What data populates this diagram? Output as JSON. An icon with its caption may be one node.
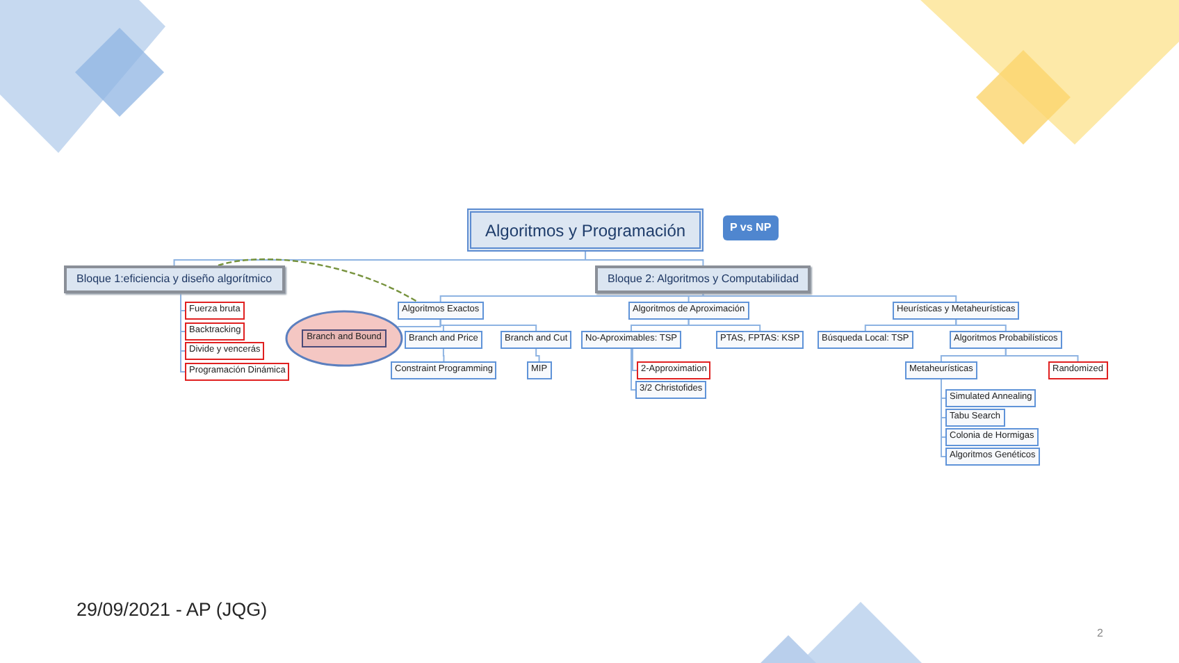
{
  "diagram": {
    "nodes": [
      {
        "text": [
          "Algoritmos y Programación"
        ]
      },
      {
        "text": [
          "P vs NP"
        ]
      },
      {
        "text": [
          "Bloque 1:eficiencia y diseño algorítmico"
        ]
      },
      {
        "text": [
          "Bloque 2: Algoritmos y Computabilidad"
        ]
      },
      {
        "text": [
          "Fuerza bruta"
        ]
      },
      {
        "text": [
          "Backtracking"
        ]
      },
      {
        "text": [
          "Divide y vencerás"
        ]
      },
      {
        "text": [
          "Programación Dinámica"
        ]
      },
      {
        "text": [],
        "shape": "ellipse"
      },
      {
        "text": [
          "Branch and Bound"
        ],
        "in": 8
      },
      {
        "text": [
          "Algoritmos Exactos"
        ]
      },
      {
        "text": [
          "Branch and Price"
        ]
      },
      {
        "text": [
          "Branch and Cut"
        ]
      },
      {
        "text": [
          "Constraint Programming"
        ]
      },
      {
        "text": [
          "MIP"
        ]
      },
      {
        "text": [
          "Algoritmos de Aproximación"
        ]
      },
      {
        "text": [
          "No-Aproximables: TSP"
        ]
      },
      {
        "text": [
          "PTAS, FPTAS: KSP"
        ]
      },
      {
        "text": [
          "2-Approximation"
        ]
      },
      {
        "text": [
          "3/2 Christofides"
        ]
      },
      {
        "text": [
          "Heurísticas y Metaheurísticas"
        ]
      },
      {
        "text": [
          "Búsqueda Local: TSP"
        ]
      },
      {
        "text": [
          "Algoritmos Probabilísticos"
        ]
      },
      {
        "text": [
          "Metaheurísticas"
        ]
      },
      {
        "text": [
          "Randomized"
        ]
      },
      {
        "text": [
          "Simulated Annealing"
        ]
      },
      {
        "text": [
          "Tabu Search"
        ]
      },
      {
        "text": [
          "Colonia de Hormigas"
        ]
      },
      {
        "text": [
          "Algoritmos Genéticos"
        ]
      }
    ],
    "edges": [
      {
        "from": 0,
        "to": 2,
        "arrow": "none"
      },
      {
        "from": 0,
        "to": 3,
        "arrow": "none"
      },
      {
        "from": 2,
        "to": 4,
        "arrow": "none"
      },
      {
        "from": 2,
        "to": 5,
        "arrow": "none"
      },
      {
        "from": 2,
        "to": 6,
        "arrow": "none"
      },
      {
        "from": 2,
        "to": 7,
        "arrow": "none"
      },
      {
        "from": 3,
        "to": 10,
        "arrow": "none"
      },
      {
        "from": 3,
        "to": 15,
        "arrow": "none"
      },
      {
        "from": 3,
        "to": 20,
        "arrow": "none"
      },
      {
        "from": 10,
        "to": 8,
        "arrow": "none"
      },
      {
        "from": 10,
        "to": 11,
        "arrow": "none"
      },
      {
        "from": 10,
        "to": 12,
        "arrow": "none"
      },
      {
        "from": 11,
        "to": 13,
        "arrow": "none"
      },
      {
        "from": 12,
        "to": 14,
        "arrow": "none"
      },
      {
        "from": 15,
        "to": 16,
        "arrow": "none"
      },
      {
        "from": 15,
        "to": 17,
        "arrow": "none"
      },
      {
        "from": 16,
        "to": 18,
        "arrow": "none"
      },
      {
        "from": 16,
        "to": 19,
        "arrow": "none"
      },
      {
        "from": 20,
        "to": 21,
        "arrow": "none"
      },
      {
        "from": 20,
        "to": 22,
        "arrow": "none"
      },
      {
        "from": 22,
        "to": 23,
        "arrow": "none"
      },
      {
        "from": 22,
        "to": 24,
        "arrow": "none"
      },
      {
        "from": 23,
        "to": 25,
        "arrow": "none"
      },
      {
        "from": 23,
        "to": 26,
        "arrow": "none"
      },
      {
        "from": 23,
        "to": 27,
        "arrow": "none"
      },
      {
        "from": 23,
        "to": 28,
        "arrow": "none"
      },
      {
        "from": 2,
        "to": 10,
        "arrow": "none",
        "style": "dashed",
        "color": "#76923c"
      }
    ],
    "labels": [
      "29/09/2021 - AP (JQG)",
      "2"
    ]
  }
}
